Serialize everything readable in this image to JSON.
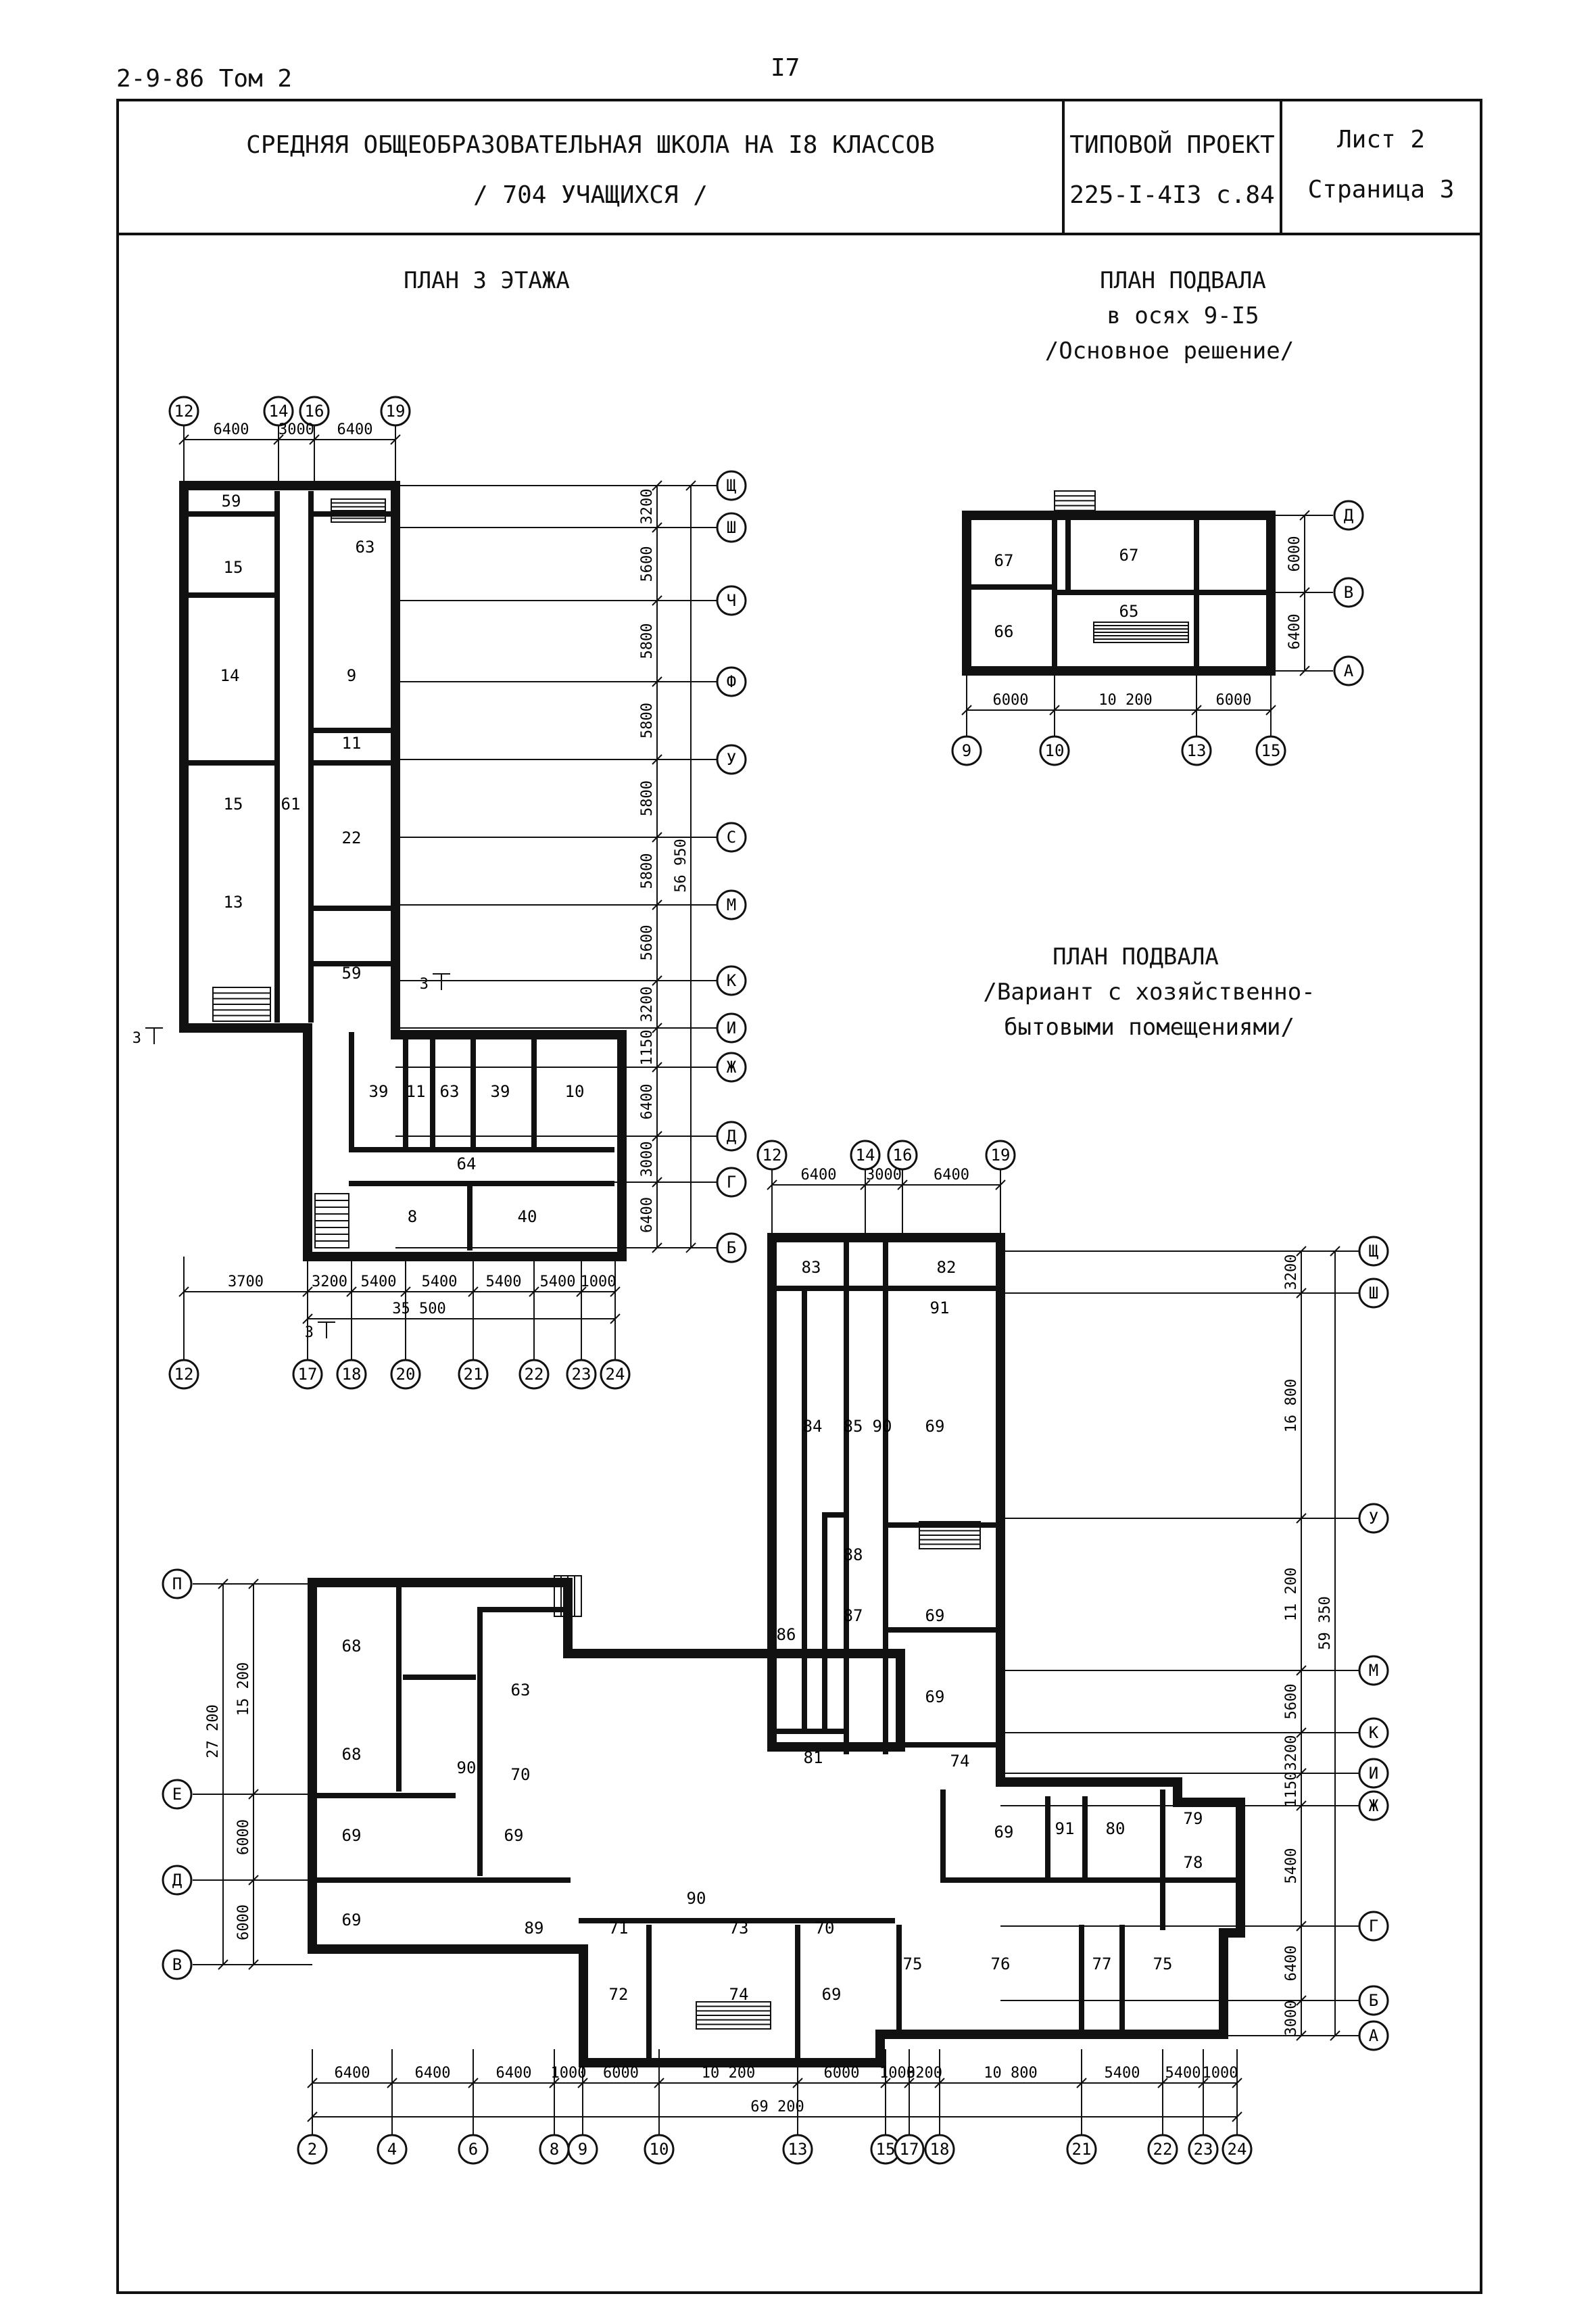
{
  "header": {
    "code": "2-9-86 Том 2",
    "page_number": "I7",
    "title_line1": "СРЕДНЯЯ ОБЩЕОБРАЗОВАТЕЛЬНАЯ ШКОЛА НА I8 КЛАССОВ",
    "title_line2": "/ 704 УЧАЩИХСЯ /",
    "project_label": "ТИПОВОЙ ПРОЕКТ",
    "project_code": "225-I-4I3 с.84",
    "sheet": "Лист 2",
    "page": "Страница  3"
  },
  "plans": {
    "third_floor": {
      "title": "ПЛАН 3 ЭТАЖА"
    },
    "basement_main": {
      "title": "ПЛАН ПОДВАЛА",
      "sub1": "в осях 9-I5",
      "sub2": "/Основное решение/"
    },
    "basement_variant": {
      "title": "ПЛАН ПОДВАЛА",
      "sub1": "/Вариант с хозяйственно-",
      "sub2": "бытовыми помещениями/"
    }
  },
  "drawing": {
    "third_floor": {
      "top_axes": [
        "12",
        "14",
        "16",
        "19"
      ],
      "top_dims": [
        "6400",
        "3000",
        "6400"
      ],
      "right_axes": [
        "Щ",
        "Ш",
        "Ч",
        "Ф",
        "У",
        "С",
        "М",
        "К",
        "И",
        "Ж",
        "Д",
        "Г",
        "Б"
      ],
      "right_dims": [
        "3200",
        "5600",
        "5800",
        "5800",
        "5800",
        "5800",
        "5600",
        "3200",
        "1150",
        "6400",
        "3000",
        "6400"
      ],
      "overall_dim": "56 950",
      "bottom_axes": [
        "12",
        "17",
        "18",
        "20",
        "21",
        "22",
        "23",
        "24"
      ],
      "bottom_dims": [
        "3700",
        "3200",
        "5400",
        "5400",
        "5400",
        "5400",
        "1000"
      ],
      "bottom_overall": "35 500",
      "rooms": [
        "59",
        "63",
        "15",
        "9",
        "14",
        "11",
        "15",
        "61",
        "22",
        "13",
        "59",
        "39",
        "11",
        "63",
        "39",
        "10",
        "64",
        "8",
        "40"
      ],
      "section_marks": [
        "3",
        "3",
        "3"
      ]
    },
    "basement_main": {
      "rooms": [
        "67",
        "67",
        "65",
        "66"
      ],
      "right_axes": [
        "Д",
        "В",
        "А"
      ],
      "right_dims": [
        "6000",
        "6400"
      ],
      "bottom_axes": [
        "9",
        "10",
        "13",
        "15"
      ],
      "bottom_dims": [
        "6000",
        "10 200",
        "6000"
      ]
    },
    "basement_variant": {
      "top_axes": [
        "12",
        "14",
        "16",
        "19"
      ],
      "top_dims": [
        "6400",
        "3000",
        "6400"
      ],
      "left_axes": [
        "П",
        "Е",
        "Д",
        "В"
      ],
      "left_dims": [
        "15 200",
        "6000",
        "6000"
      ],
      "left_overall": "27 200",
      "right_axes": [
        "Щ",
        "Ш",
        "У",
        "М",
        "К",
        "И",
        "Ж",
        "Г",
        "Б",
        "А"
      ],
      "right_dims": [
        "3200",
        "16 800",
        "11 200",
        "5600",
        "3200",
        "1150",
        "5400",
        "6400",
        "3000"
      ],
      "right_overall": "59 350",
      "bottom_axes": [
        "2",
        "4",
        "6",
        "8",
        "9",
        "10",
        "13",
        "15",
        "17",
        "18",
        "21",
        "22",
        "23",
        "24"
      ],
      "bottom_dims": [
        "6400",
        "6400",
        "6400",
        "1000",
        "6000",
        "10 200",
        "6000",
        "1000",
        "3200",
        "10 800",
        "5400",
        "5400",
        "1000"
      ],
      "bottom_overall": "69 200",
      "rooms": [
        "83",
        "82",
        "91",
        "84",
        "85",
        "90",
        "69",
        "88",
        "87",
        "86",
        "69",
        "69",
        "81",
        "74",
        "68",
        "63",
        "68",
        "90",
        "70",
        "69",
        "69",
        "69",
        "90",
        "89",
        "71",
        "73",
        "70",
        "72",
        "74",
        "69",
        "75",
        "76",
        "77",
        "75",
        "69",
        "91",
        "80",
        "79",
        "78"
      ]
    }
  }
}
